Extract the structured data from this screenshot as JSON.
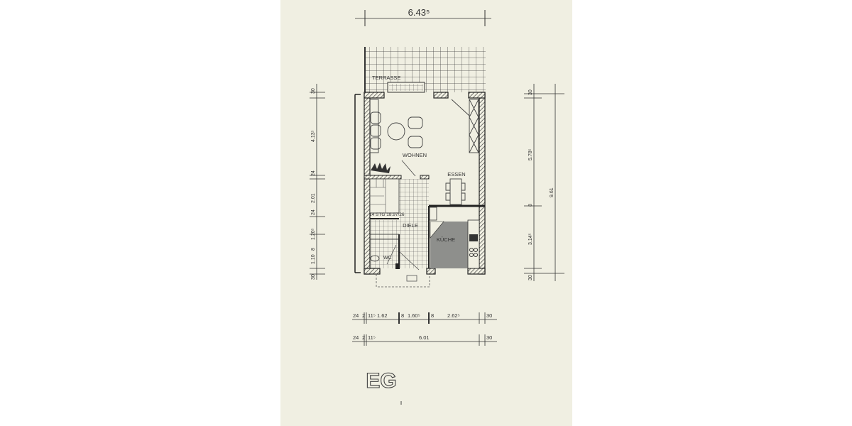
{
  "plan": {
    "floor_label": "EG",
    "colors": {
      "paper": "#f0efe2",
      "ink": "#2b2b2b",
      "kitchen_fill": "#8e8f8c",
      "page": "#ffffff"
    },
    "rooms": [
      {
        "id": "terrasse",
        "label": "TERRASSE"
      },
      {
        "id": "wohnen",
        "label": "WOHNEN"
      },
      {
        "id": "essen",
        "label": "ESSEN"
      },
      {
        "id": "diele",
        "label": "DIELE"
      },
      {
        "id": "kueche",
        "label": "KÜCHE"
      },
      {
        "id": "wc",
        "label": "WC"
      }
    ],
    "stair_label": "14 STG 18.97/26",
    "dimensions": {
      "top": "6.43⁵",
      "left": [
        "30",
        "4.13⁵",
        "24",
        "2.01",
        "24",
        "1.20⁵",
        "8",
        "1.10",
        "30"
      ],
      "right_inner": [
        "30",
        "5.78⁵",
        "8",
        "3.14⁵",
        "30"
      ],
      "right_outer": "9.61",
      "bottom_row1": [
        "24",
        "2",
        "11⁵",
        "1.62",
        "8",
        "1.60⁵",
        "8",
        "2.62⁵",
        "30"
      ],
      "bottom_row2": [
        "24",
        "2",
        "11⁵",
        "6.01",
        "30"
      ]
    }
  }
}
